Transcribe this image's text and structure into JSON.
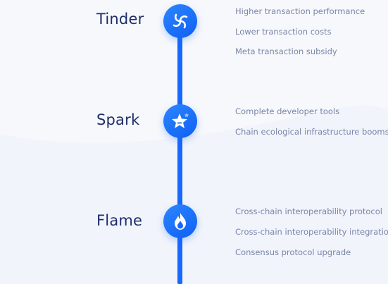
{
  "timeline": {
    "stages": [
      {
        "title": "Tinder",
        "icon": "swirl-icon",
        "features": [
          "Higher transaction performance",
          "Lower transaction costs",
          "Meta transaction subsidy"
        ]
      },
      {
        "title": "Spark",
        "icon": "star-icon",
        "features": [
          "Complete developer tools",
          "Chain ecological infrastructure booms"
        ]
      },
      {
        "title": "Flame",
        "icon": "flame-icon",
        "features": [
          "Cross-chain interoperability protocol",
          "Cross-chain interoperability integration",
          "Consensus protocol upgrade"
        ]
      }
    ]
  },
  "colors": {
    "accent": "#1668ff",
    "title": "#1f2e6b",
    "feature_text": "#7b85a8",
    "background": "#f6f8fc"
  }
}
